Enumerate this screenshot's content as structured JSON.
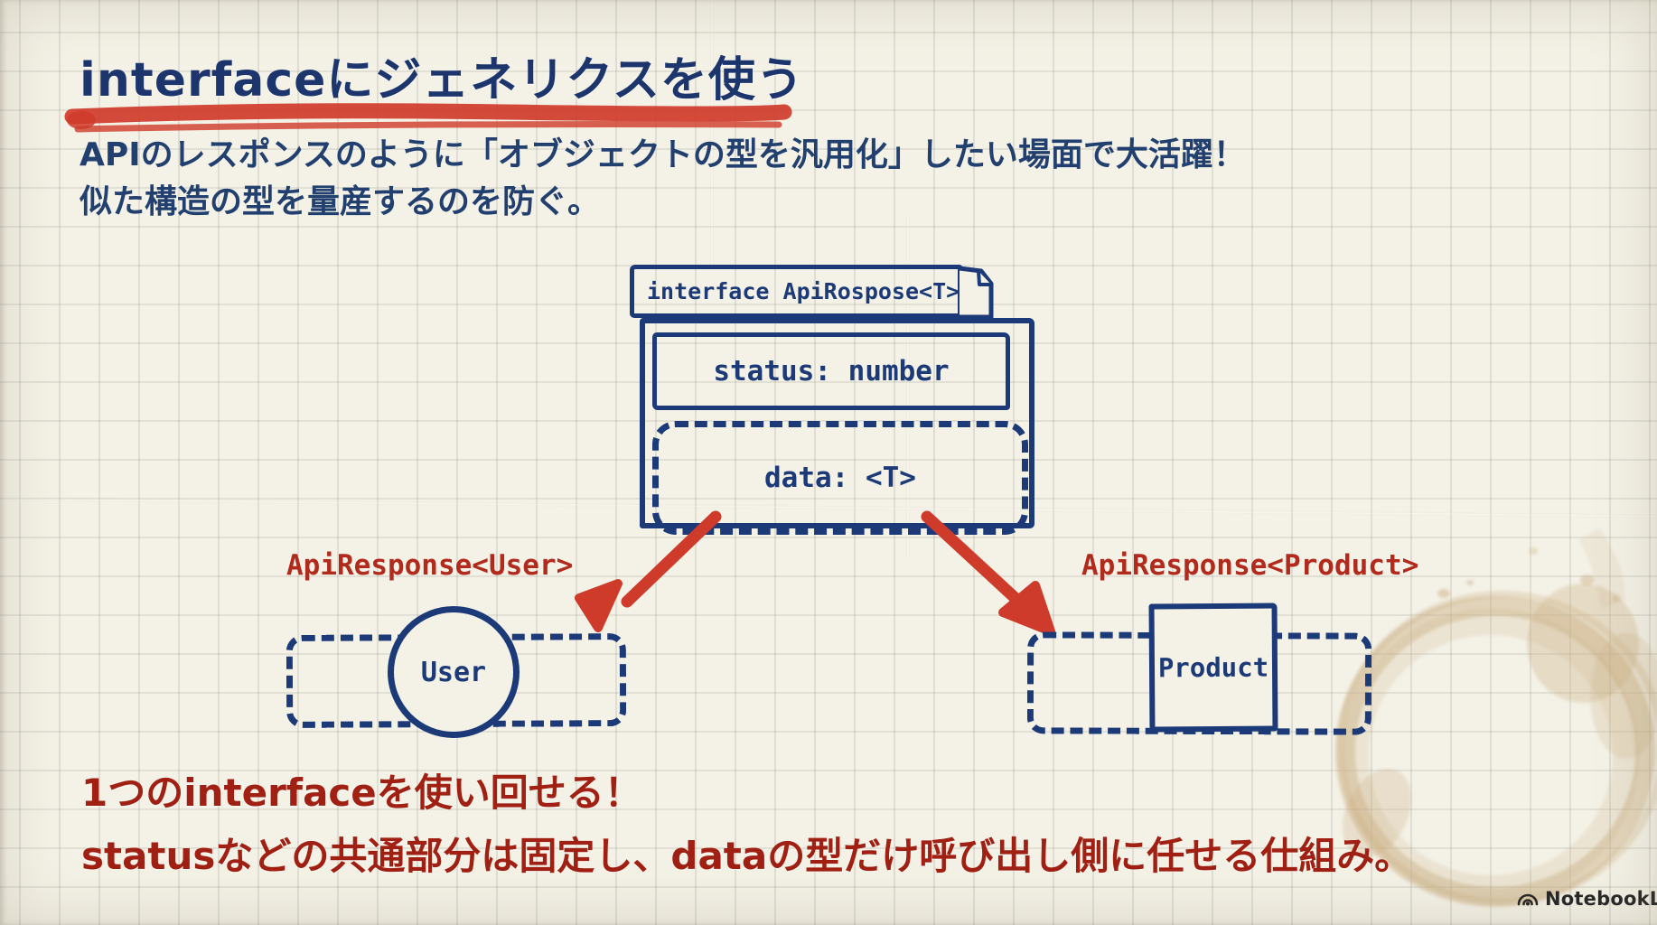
{
  "slide": {
    "title": "interfaceにジェネリクスを使う",
    "intro_line1": "APIのレスポンスのように「オブジェクトの型を汎用化」したい場面で大活躍！",
    "intro_line2": "似た構造の型を量産するのを防ぐ。"
  },
  "diagram": {
    "interface_header": "interface ApiRospose<T>",
    "status_field": "status: number",
    "data_field": "data: <T>",
    "left_instance": {
      "label": "ApiResponse<User>",
      "type_name": "User"
    },
    "right_instance": {
      "label": "ApiResponse<Product>",
      "type_name": "Product"
    }
  },
  "conclusion": {
    "line1": "1つのinterfaceを使い回せる！",
    "line2": "statusなどの共通部分は固定し、dataの型だけ呼び出し側に任せる仕組み。"
  },
  "watermark": {
    "label": "NotebookLM"
  },
  "colors": {
    "paper": "#f4f1e6",
    "grid_line": "#dcdad0",
    "title_navy": "#1d356d",
    "body_navy": "#22406f",
    "diagram_navy": "#1c3a78",
    "label_red": "#b22a1c",
    "arrow_red": "#cf3b2b",
    "conclusion_red": "#a02113",
    "coffee_stain": "#c8ab7e"
  }
}
